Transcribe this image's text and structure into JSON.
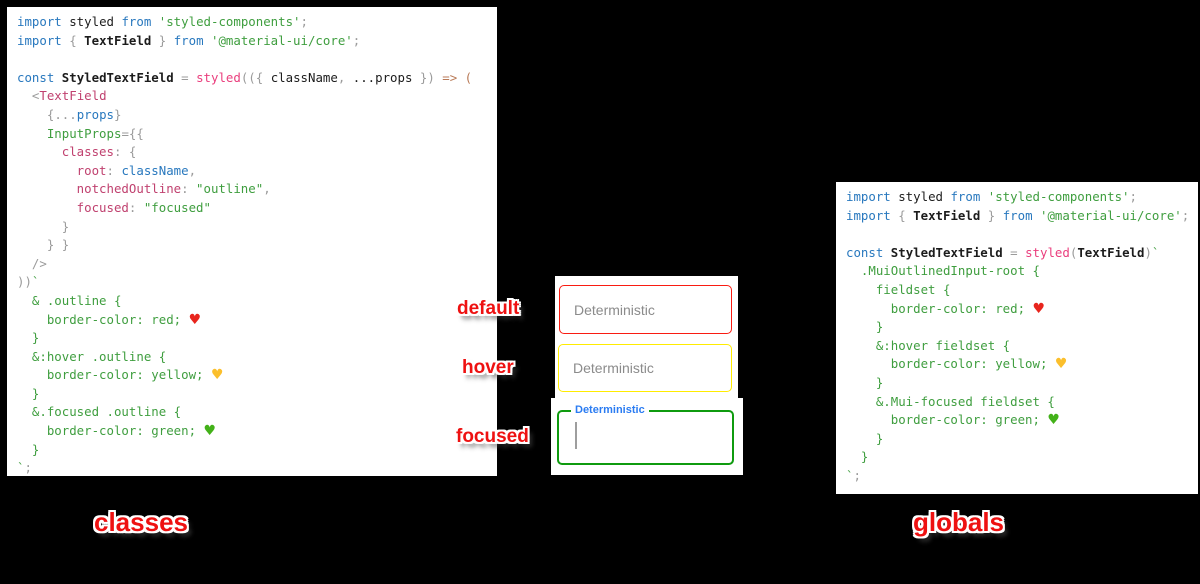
{
  "colors": {
    "background": "#000000",
    "keyword_blue": "#2878be",
    "string_green": "#3f9e3f",
    "function_pink": "#ea3e7d",
    "property_crimson": "#c0416f",
    "punctuation_gray": "#9b9b9b",
    "arrow_brown": "#b97a57",
    "text_black": "#1c1c1c",
    "label_red": "#ee1111",
    "placeholder_gray": "#8b8b8b",
    "cursor_gray": "#9e9e9e",
    "focused_label_blue": "#2b7cf2",
    "heart_red": "#e8251d",
    "heart_yellow": "#fbbf2c",
    "heart_green": "#43b119"
  },
  "left_panel": {
    "caption": "classes",
    "lines": [
      [
        [
          "import",
          "kw"
        ],
        [
          " styled ",
          "plain"
        ],
        [
          "from",
          "kw"
        ],
        [
          " ",
          "plain"
        ],
        [
          "'styled-components'",
          "str"
        ],
        [
          ";",
          "punc"
        ]
      ],
      [
        [
          "import",
          "kw"
        ],
        [
          " ",
          "plain"
        ],
        [
          "{ ",
          "punc"
        ],
        [
          "TextField",
          "bold"
        ],
        [
          " }",
          "punc"
        ],
        [
          " ",
          "plain"
        ],
        [
          "from",
          "kw"
        ],
        [
          " ",
          "plain"
        ],
        [
          "'@material-ui/core'",
          "str"
        ],
        [
          ";",
          "punc"
        ]
      ],
      [],
      [
        [
          "const",
          "kw"
        ],
        [
          " ",
          "plain"
        ],
        [
          "StyledTextField",
          "bold"
        ],
        [
          " = ",
          "punc"
        ],
        [
          "styled",
          "pink"
        ],
        [
          "(({ ",
          "punc"
        ],
        [
          "className",
          "plain"
        ],
        [
          ", ",
          "punc"
        ],
        [
          "...props",
          "plain"
        ],
        [
          " })",
          "punc"
        ],
        [
          " => (",
          "arrow"
        ]
      ],
      [
        [
          "  <",
          "punc"
        ],
        [
          "TextField",
          "tag"
        ]
      ],
      [
        [
          "    {",
          "punc"
        ],
        [
          "...",
          "punc"
        ],
        [
          "props",
          "kw"
        ],
        [
          "}",
          "punc"
        ]
      ],
      [
        [
          "    InputProps",
          "str"
        ],
        [
          "=",
          "punc"
        ],
        [
          "{{",
          "punc"
        ]
      ],
      [
        [
          "      classes",
          "prop"
        ],
        [
          ": {",
          "punc"
        ]
      ],
      [
        [
          "        root",
          "prop"
        ],
        [
          ": ",
          "punc"
        ],
        [
          "className",
          "kw"
        ],
        [
          ",",
          "punc"
        ]
      ],
      [
        [
          "        notchedOutline",
          "prop"
        ],
        [
          ": ",
          "punc"
        ],
        [
          "\"outline\"",
          "str"
        ],
        [
          ",",
          "punc"
        ]
      ],
      [
        [
          "        focused",
          "prop"
        ],
        [
          ": ",
          "punc"
        ],
        [
          "\"focused\"",
          "str"
        ]
      ],
      [
        [
          "      }",
          "punc"
        ]
      ],
      [
        [
          "    } }",
          "punc"
        ]
      ],
      [
        [
          "  />",
          "punc"
        ]
      ],
      [
        [
          "))",
          "punc"
        ],
        [
          "`",
          "css"
        ]
      ],
      [
        [
          "  & .outline {",
          "css"
        ]
      ],
      [
        [
          "    border-color: red; ",
          "css"
        ],
        [
          "♥",
          "heartred"
        ]
      ],
      [
        [
          "  }",
          "css"
        ]
      ],
      [
        [
          "  &:hover .outline {",
          "css"
        ]
      ],
      [
        [
          "    border-color: yellow; ",
          "css"
        ],
        [
          "♥",
          "heartyellow"
        ]
      ],
      [
        [
          "  }",
          "css"
        ]
      ],
      [
        [
          "  &.focused .outline {",
          "css"
        ]
      ],
      [
        [
          "    border-color: green; ",
          "css"
        ],
        [
          "♥",
          "heartgreen"
        ]
      ],
      [
        [
          "  }",
          "css"
        ]
      ],
      [
        [
          "`",
          "css"
        ],
        [
          ";",
          "punc"
        ]
      ]
    ]
  },
  "right_panel": {
    "caption": "globals",
    "lines": [
      [
        [
          "import",
          "kw"
        ],
        [
          " styled ",
          "plain"
        ],
        [
          "from",
          "kw"
        ],
        [
          " ",
          "plain"
        ],
        [
          "'styled-components'",
          "str"
        ],
        [
          ";",
          "punc"
        ]
      ],
      [
        [
          "import",
          "kw"
        ],
        [
          " ",
          "plain"
        ],
        [
          "{ ",
          "punc"
        ],
        [
          "TextField",
          "bold"
        ],
        [
          " }",
          "punc"
        ],
        [
          " ",
          "plain"
        ],
        [
          "from",
          "kw"
        ],
        [
          " ",
          "plain"
        ],
        [
          "'@material-ui/core'",
          "str"
        ],
        [
          ";",
          "punc"
        ]
      ],
      [],
      [
        [
          "const",
          "kw"
        ],
        [
          " ",
          "plain"
        ],
        [
          "StyledTextField",
          "bold"
        ],
        [
          " = ",
          "punc"
        ],
        [
          "styled",
          "pink"
        ],
        [
          "(",
          "punc"
        ],
        [
          "TextField",
          "bold"
        ],
        [
          ")",
          "punc"
        ],
        [
          "`",
          "css"
        ]
      ],
      [
        [
          "  .MuiOutlinedInput-root {",
          "css"
        ]
      ],
      [
        [
          "    fieldset {",
          "css"
        ]
      ],
      [
        [
          "      border-color: red; ",
          "css"
        ],
        [
          "♥",
          "heartred"
        ]
      ],
      [
        [
          "    }",
          "css"
        ]
      ],
      [
        [
          "    &:hover fieldset {",
          "css"
        ]
      ],
      [
        [
          "      border-color: yellow; ",
          "css"
        ],
        [
          "♥",
          "heartyellow"
        ]
      ],
      [
        [
          "    }",
          "css"
        ]
      ],
      [
        [
          "    &.Mui-focused fieldset {",
          "css"
        ]
      ],
      [
        [
          "      border-color: green; ",
          "css"
        ],
        [
          "♥",
          "heartgreen"
        ]
      ],
      [
        [
          "    }",
          "css"
        ]
      ],
      [
        [
          "  }",
          "css"
        ]
      ],
      [
        [
          "`",
          "css"
        ],
        [
          ";",
          "punc"
        ]
      ]
    ]
  },
  "middle": {
    "states": [
      {
        "label": "default",
        "field_text": "Deterministic",
        "border": "#f91c12",
        "variant": "placeholder"
      },
      {
        "label": "hover",
        "field_text": "Deterministic",
        "border": "#ffec00",
        "variant": "placeholder"
      },
      {
        "label": "focused",
        "field_text": "Deterministic",
        "border": "#0f9b0f",
        "variant": "focused"
      }
    ]
  }
}
